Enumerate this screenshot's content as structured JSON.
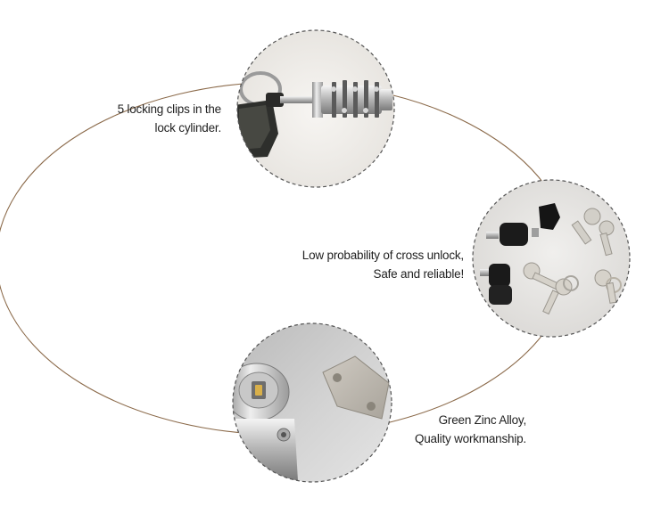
{
  "colors": {
    "orbit_line": "#8b6a4a",
    "circle_border": "#555555",
    "text": "#222222",
    "background": "#ffffff"
  },
  "features": [
    {
      "icon": "lock-cylinder-with-keys-photo",
      "lines": [
        "5 locking clips in the",
        "lock cylinder."
      ]
    },
    {
      "icon": "black-and-silver-keys-photo",
      "lines": [
        "Low probability of cross unlock,",
        "Safe and reliable!"
      ]
    },
    {
      "icon": "cam-lock-and-strike-plate-photo",
      "lines": [
        "Green Zinc Alloy,",
        "Quality workmanship."
      ]
    }
  ]
}
